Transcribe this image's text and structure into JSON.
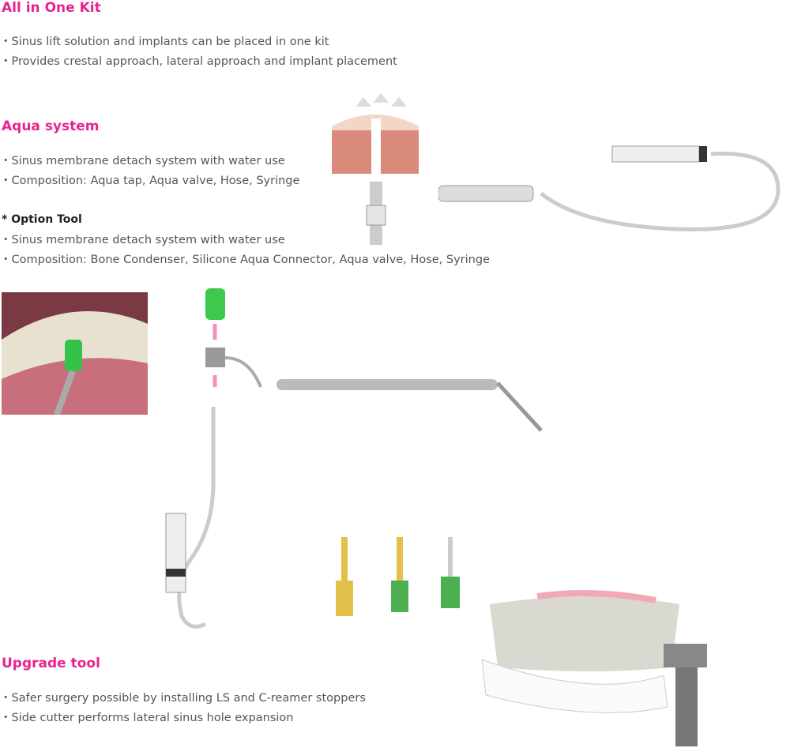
{
  "sections": [
    {
      "title": "All in One Kit",
      "bullets": [
        "Sinus lift solution and implants can be placed in one kit",
        "Provides crestal approach, lateral approach and implant placement"
      ]
    },
    {
      "title": "Aqua system",
      "bullets": [
        "Sinus membrane detach system with water use",
        "Composition: Aqua tap, Aqua valve, Hose, Syringe"
      ],
      "option_title": "* Option Tool",
      "option_bullets": [
        "Sinus membrane detach system with water use",
        "Composition: Bone Condenser, Silicone Aqua Connector, Aqua valve, Hose, Syringe"
      ]
    },
    {
      "title": "Upgrade tool",
      "bullets": [
        "Safer surgery possible by installing LS and C-reamer stoppers",
        "Side cutter performs lateral sinus hole expansion"
      ]
    }
  ],
  "colors": {
    "heading": "#e8238f",
    "text": "#555555"
  }
}
